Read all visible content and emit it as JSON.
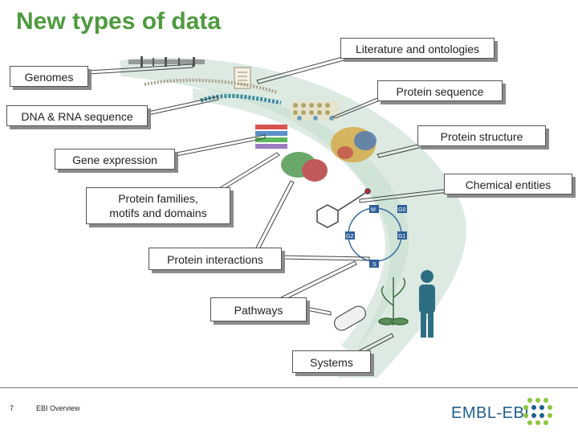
{
  "slide": {
    "title": "New types of data",
    "page_number": "7",
    "footer_text": "EBI Overview",
    "logo_text": "EMBL-EBI"
  },
  "labels": {
    "literature": "Literature and ontologies",
    "genomes": "Genomes",
    "protein_sequence": "Protein sequence",
    "dna_rna": "DNA & RNA sequence",
    "protein_structure": "Protein structure",
    "gene_expression": "Gene expression",
    "chemical_entities": "Chemical entities",
    "protein_families_1": "Protein families,",
    "protein_families_2": "motifs and domains",
    "protein_interactions": "Protein interactions",
    "pathways": "Pathways",
    "systems": "Systems"
  },
  "cycle_labels": [
    "M",
    "G0",
    "G2",
    "G1",
    "S"
  ],
  "colors": {
    "title": "#4e9a3e",
    "band": "#dbe9e2",
    "logo": "#1f5f8c",
    "logo_accent": "#8cc63f"
  }
}
